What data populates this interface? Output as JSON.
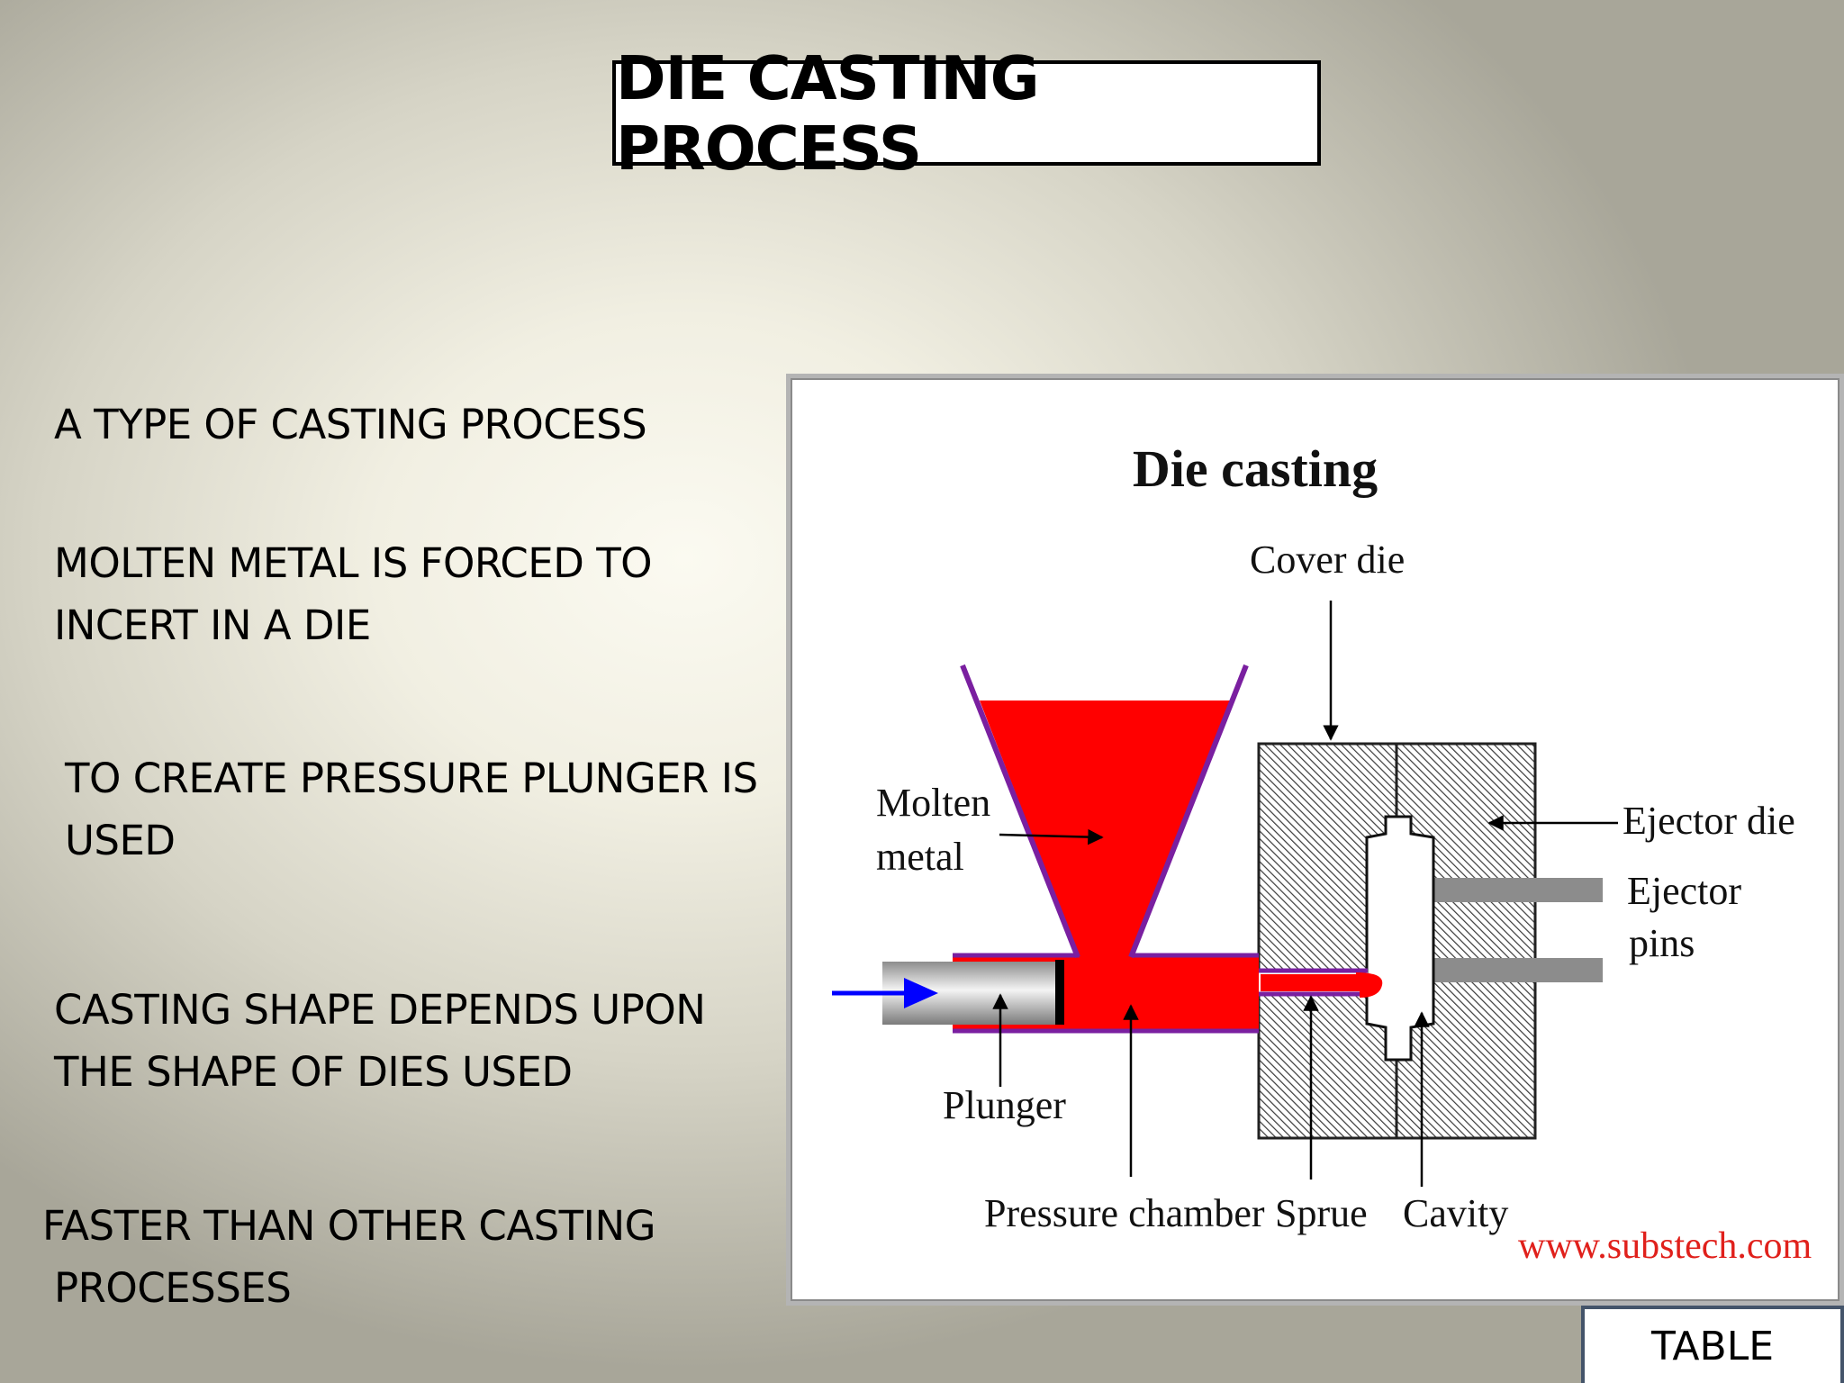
{
  "slide": {
    "title": "DIE CASTING PROCESS",
    "bullets": [
      {
        "lines": [
          "A TYPE OF CASTING PROCESS"
        ]
      },
      {
        "lines": [
          "MOLTEN METAL IS FORCED TO",
          "INCERT IN A DIE"
        ]
      },
      {
        "lines": [
          "TO CREATE PRESSURE PLUNGER IS",
          "USED"
        ]
      },
      {
        "lines": [
          "CASTING SHAPE DEPENDS UPON",
          "THE SHAPE OF DIES USED"
        ]
      },
      {
        "lines": [
          "FASTER THAN OTHER CASTING",
          "PROCESSES"
        ]
      }
    ],
    "table_button": "TABLE"
  },
  "diagram": {
    "title": "Die casting",
    "labels": {
      "cover_die": "Cover die",
      "molten_metal_1": "Molten",
      "molten_metal_2": "metal",
      "ejector_die": "Ejector die",
      "ejector_pins_1": "Ejector",
      "ejector_pins_2": "pins",
      "plunger": "Plunger",
      "pressure_chamber": "Pressure chamber",
      "sprue": "Sprue",
      "cavity": "Cavity"
    },
    "credit": "www.substech.com",
    "colors": {
      "molten_metal": "#ff0000",
      "metal_outline": "#7a1fa0",
      "push_arrow": "#0000ff",
      "credit_text": "#e0201b",
      "pins": "#8c8c8c"
    }
  }
}
